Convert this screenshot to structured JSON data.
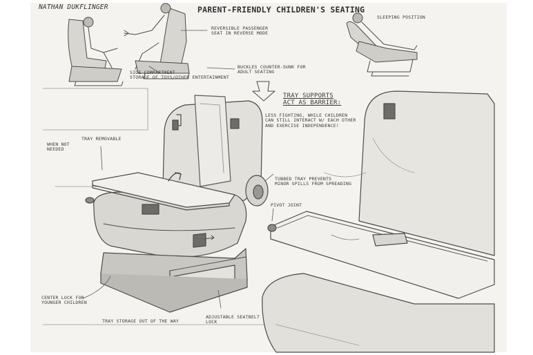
{
  "sheet": {
    "signature": "NATHAN DUKFLINGER",
    "title": "PARENT-FRIENDLY CHILDREN'S SEATING"
  },
  "annotations": {
    "reversible": "REVERSIBLE PASSENGER\nSEAT IN REVERSE MODE",
    "side_compartment": "SIDE COMPARTMENT\nSTORAGE OF TOYS/OTHER ENTERTAINMENT",
    "buckles": "BUCKLES COUNTER-SUNK FOR\nADULT SEATING",
    "sleeping": "SLEEPING POSITION",
    "tray_supports_heading": "TRAY SUPPORTS\nACT AS BARRIER:",
    "tray_supports_body": "LESS FIGHTING, WHILE CHILDREN\nCAN STILL INTERACT W/ EACH OTHER\nAND EXERCISE INDEPENDENCE!",
    "tray_removable": "TRAY REMOVABLE",
    "when_not_needed": "WHEN NOT\nNEEDED",
    "tubbed_tray": "TUBBED TRAY PREVENTS\nMINOR SPILLS FROM SPREADING",
    "pivot_joint": "PIVOT JOINT",
    "center_lock": "CENTER LOCK FOR\nYOUNGER CHILDREN",
    "tray_storage": "TRAY STORAGE OUT OF THE WAY",
    "seatbelt_lock": "ADJUSTABLE SEATBELT\nLOCK"
  }
}
